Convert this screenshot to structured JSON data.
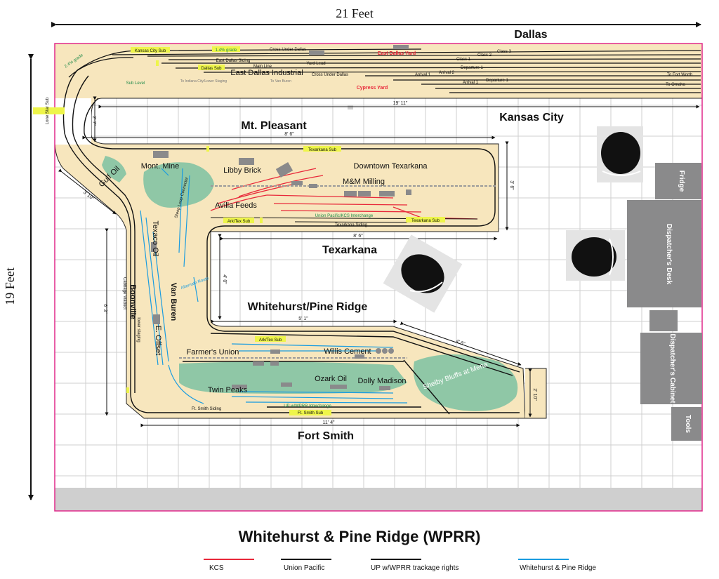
{
  "dimensions": {
    "width_label": "21 Feet",
    "height_label": "19 Feet"
  },
  "areas": {
    "dallas": "Dallas",
    "kansas_city": "Kansas City",
    "mt_pleasant": "Mt. Pleasant",
    "texarkana": "Texarkana",
    "whitehurst": "Whitehurst/Pine Ridge",
    "fort_smith": "Fort Smith"
  },
  "industries": {
    "mont_mine": "Mont. Mine",
    "libby_brick": "Libby Brick",
    "downtown_texarkana": "Downtown Texarkana",
    "mm_milling": "M&M Milling",
    "avilla_feeds": "Avilla Feeds",
    "gulf_oil": "Gulf Oil",
    "texaco_oil": "Texaco Oil",
    "van_buren": "Van Buren",
    "boonville": "Boonville",
    "e_offset": "E. Offset",
    "farmers_union": "Farmer's Union",
    "willis_cement": "Willis Cement",
    "ozark_oil": "Ozark Oil",
    "dolly_madison": "Dolly Madison",
    "twin_peaks": "Twin Peaks",
    "shelby_bluffs": "Shelby Bluffs at Mena",
    "east_dallas_industrial": "East Dallas Industrial"
  },
  "yards": {
    "east_dallas_yard": "East Dallas Yard",
    "cypress_yard": "Cypress Yard"
  },
  "small_labels": {
    "kansas_city_sub": "Kansas City Sub",
    "grade_14": "1.4% grade",
    "grade_24": "2.4% grade",
    "east_dallas_siding": "East Dallas Siding",
    "dallas_sub": "Dallas Sub",
    "main_line": "Main Line",
    "cross_under_dallas_1": "Cross Under Dallas",
    "cross_under_dallas_2": "Cross Under Dallas",
    "yard_lead": "Yard Lead",
    "sub_level": "Sub Level",
    "lone_star_sub": "Lone Star Sub",
    "to_indiana": "To Indiana City/Lower Staging",
    "to_van_buren": "To Van Buren",
    "class1_a": "Class 1",
    "class2": "Class 2",
    "class3": "Class 3",
    "arrival1_a": "Arrival 1",
    "arrival2": "Arrival 2",
    "departure1_a": "Departure 1",
    "arrival1_b": "Arrival 1",
    "departure1_b": "Departure 1",
    "to_fort_worth": "To Fort Worth",
    "to_omaha": "To Omaha",
    "texarkana_sub_1": "Texarkana Sub",
    "texarkana_sub_2": "Texarkana Sub",
    "ark_tex_sub_1": "Ark/Tex Sub",
    "ark_tex_sub_2": "Ark/Tex Sub",
    "up_kcs_interchange": "Union Pacific/KCS Interchange",
    "texarkana_siding": "Texarkana Siding",
    "steep_loop_connector": "Steep Loop Connector",
    "cabbage_viaduct": "Cabbage Viaduct",
    "lower_staging": "lower staging",
    "alternate_route": "Alternate Route",
    "up_wprr_interchange": "UP w/WPRR Interchange",
    "ft_smith_siding": "Ft. Smith Siding",
    "ft_smith_sub": "Ft. Smith Sub"
  },
  "measurements": {
    "d_19_11": "19' 11\"",
    "d_2_7": "2' 7\"",
    "d_8_6_top": "8' 6\"",
    "d_3_6": "3' 6\"",
    "d_8_6_mid": "8' 6\"",
    "d_3_10": "3' 10\"",
    "d_6_3": "6' 3\"",
    "d_4_0": "4' 0\"",
    "d_5_1": "5' 1\"",
    "d_4_6": "4' 6\"",
    "d_2_10": "2' 10\"",
    "d_11_4": "11' 4\""
  },
  "fixtures": {
    "fridge": "Fridge",
    "dispatchers_desk": "Dispatcher's Desk",
    "dispatchers_cabinet": "Dispatcher's Cabinet",
    "tools": "Tools"
  },
  "title": "Whitehurst & Pine Ridge (WPRR)",
  "legend": [
    {
      "label": "KCS",
      "color": "#e8283a"
    },
    {
      "label": "Union Pacific",
      "color": "#111111"
    },
    {
      "label": "UP w/WPRR trackage rights",
      "color": "#111111"
    },
    {
      "label": "Whitehurst & Pine Ridge",
      "color": "#1a9ce0"
    }
  ],
  "colors": {
    "benchwork": "#f7e6bd",
    "scenery": "#8fc7a6",
    "grid": "#c9c9c9",
    "border": "#e0298a",
    "fixture": "#8a8a8b"
  }
}
